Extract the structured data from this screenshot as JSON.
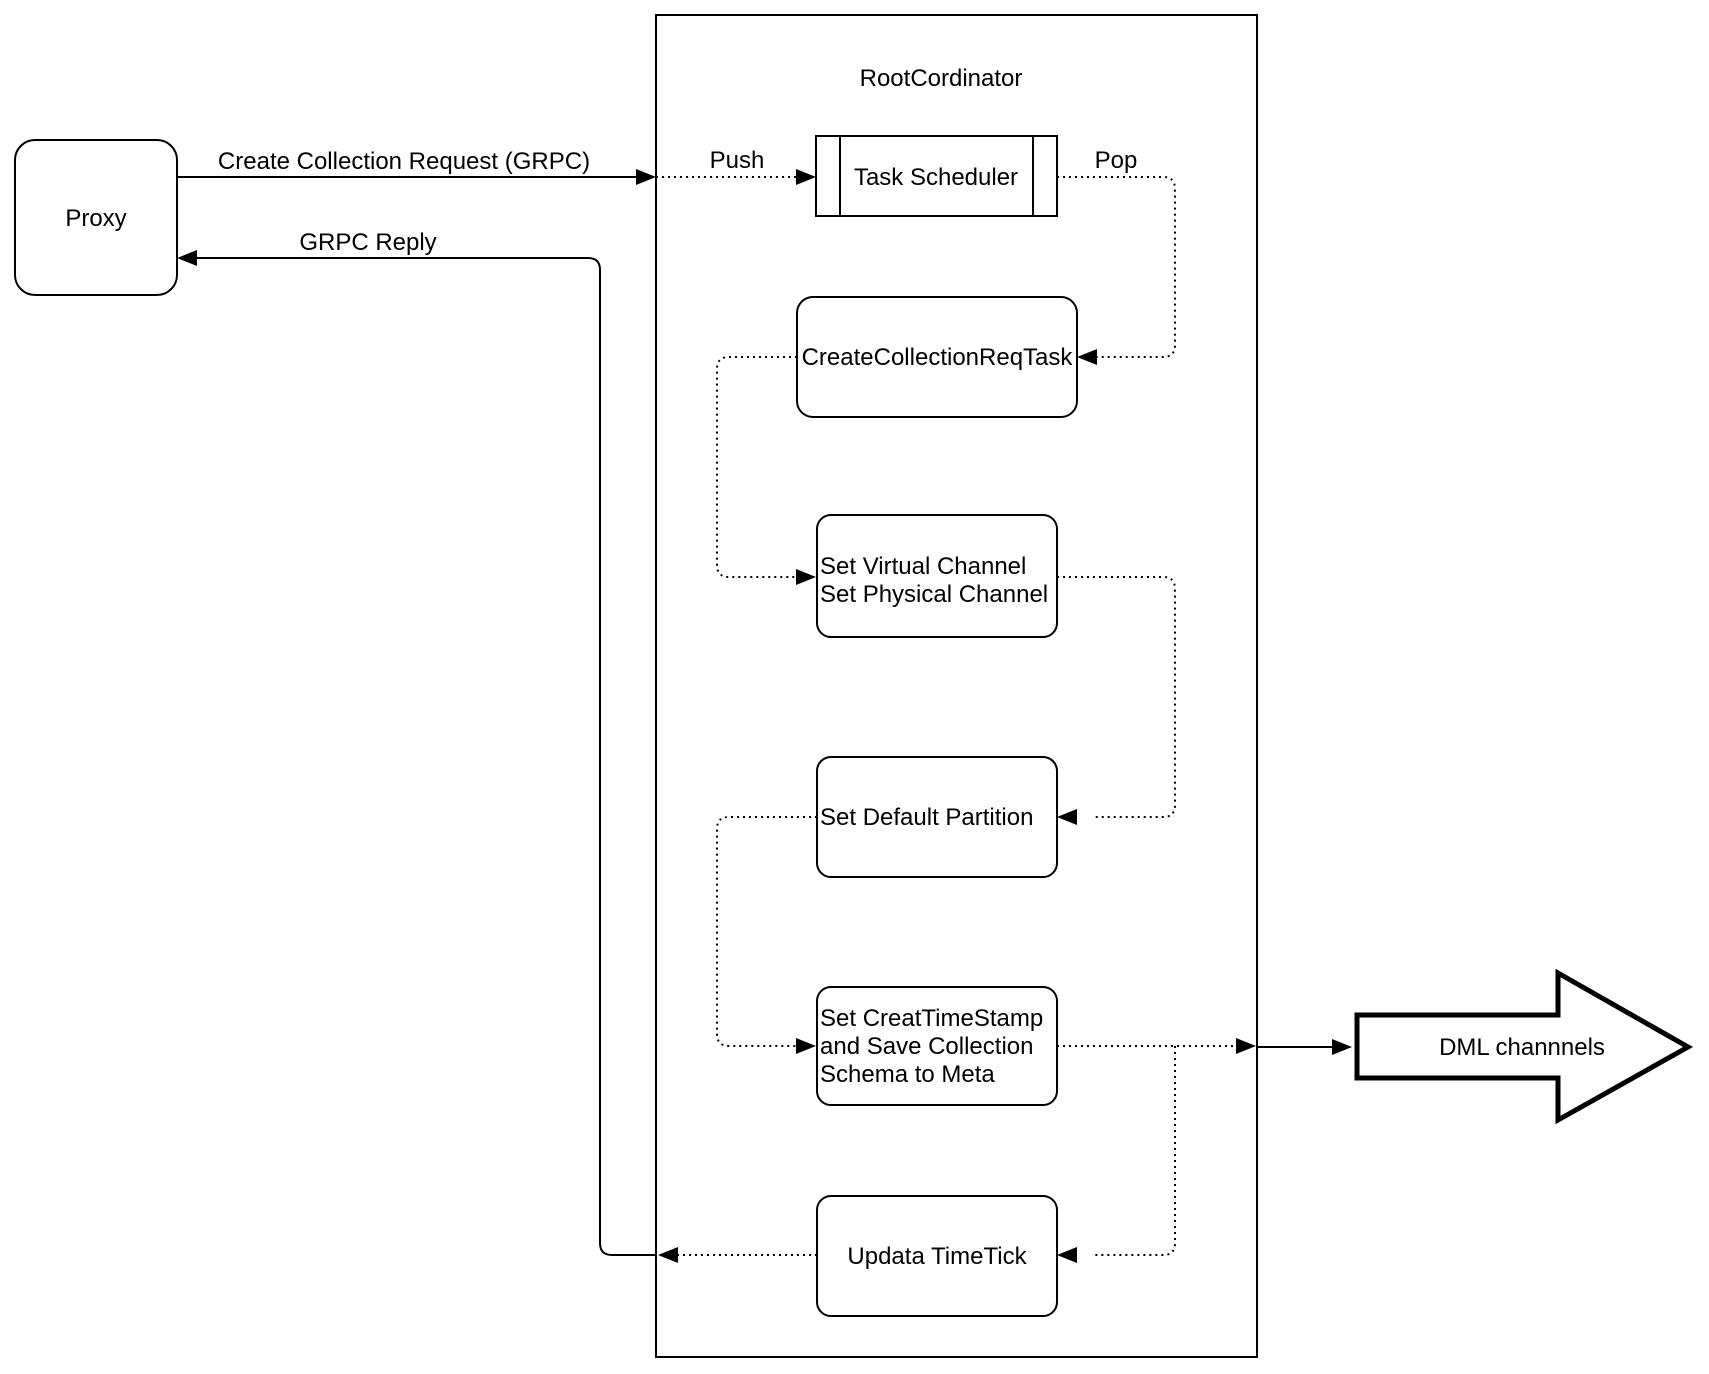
{
  "title": "RootCordinator",
  "nodes": {
    "proxy": {
      "label": "Proxy"
    },
    "task_scheduler": {
      "label": "Task Scheduler"
    },
    "create_collection_req_task": {
      "label": "CreateCollectionReqTask"
    },
    "set_channels": {
      "lines": [
        "Set Virtual Channel",
        "Set Physical Channel"
      ]
    },
    "set_default_partition": {
      "label": "Set Default Partition"
    },
    "set_create_timestamp": {
      "lines": [
        "Set CreatTimeStamp",
        "and Save Collection",
        "Schema to Meta"
      ]
    },
    "update_timetick": {
      "label": "Updata TimeTick"
    },
    "dml_channels": {
      "label": "DML channnels"
    }
  },
  "edges": {
    "request": {
      "label": "Create Collection Request (GRPC)"
    },
    "reply": {
      "label": "GRPC Reply"
    },
    "push": {
      "label": "Push"
    },
    "pop": {
      "label": "Pop"
    }
  },
  "colors": {
    "stroke": "#000000",
    "background": "#ffffff"
  }
}
